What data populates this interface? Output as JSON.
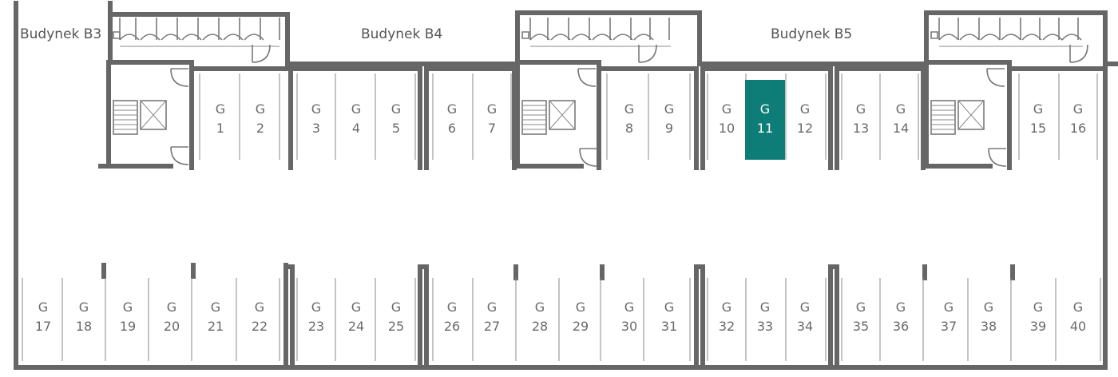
{
  "buildings": [
    {
      "label": "Budynek B3"
    },
    {
      "label": "Budynek B4"
    },
    {
      "label": "Budynek B5"
    }
  ],
  "garage_prefix": "G",
  "highlight_color": "#0e7d78",
  "wall_color": "#666666",
  "text_color": "#6a6a6a",
  "selected_spot": "11",
  "top_row": [
    "1",
    "2",
    "3",
    "4",
    "5",
    "6",
    "7",
    "8",
    "9",
    "10",
    "11",
    "12",
    "13",
    "14",
    "15",
    "16"
  ],
  "bottom_row": [
    "17",
    "18",
    "19",
    "20",
    "21",
    "22",
    "23",
    "24",
    "25",
    "26",
    "27",
    "28",
    "29",
    "30",
    "31",
    "32",
    "33",
    "34",
    "35",
    "36",
    "37",
    "38",
    "39",
    "40"
  ]
}
